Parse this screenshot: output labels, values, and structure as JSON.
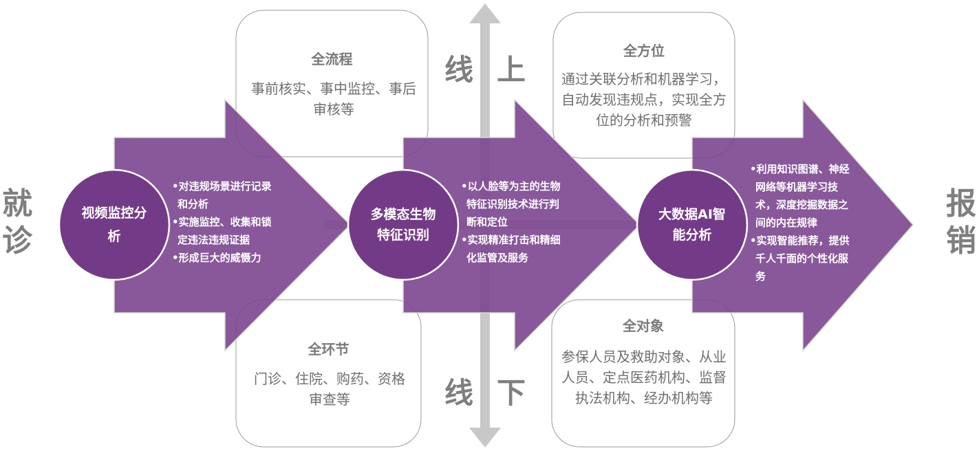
{
  "sides": {
    "left": "就诊",
    "right": "报销"
  },
  "axis": {
    "top_left": "线",
    "top_right": "上",
    "bottom_left": "线",
    "bottom_right": "下"
  },
  "boxes": [
    {
      "title": "全流程",
      "body": "事前核实、事中监控、事后审核等"
    },
    {
      "title": "全方位",
      "body": "通过关联分析和机器学习，自动发现违规点，实现全方位的分析和预警"
    },
    {
      "title": "全环节",
      "body": "门诊、住院、购药、资格审查等"
    },
    {
      "title": "全对象",
      "body": "参保人员及救助对象、从业人员、定点医药机构、监督执法机构、经办机构等"
    }
  ],
  "stages": [
    {
      "title": "视频监控分析",
      "bullets": [
        "•对违规场景进行记录和分析",
        "•实施监控、收集和锁定违法违规证据",
        "•形成巨大的威慑力"
      ]
    },
    {
      "title": "多模态生物特征识别",
      "bullets": [
        "•以人脸等为主的生物特征识别技术进行判断和定位",
        "•实现精准打击和精细化监管及服务"
      ]
    },
    {
      "title": "大数据AI智能分析",
      "bullets": [
        "•利用知识图谱、神经网络等机器学习技术，深度挖掘数据之间的内在规律",
        "•实现智能推荐，提供千人千面的个性化服务"
      ]
    }
  ],
  "colors": {
    "arrow": "#7b4690",
    "circle": "#733b87",
    "gray": "#c8c8c8",
    "text_gray": "#7f7f7f"
  }
}
